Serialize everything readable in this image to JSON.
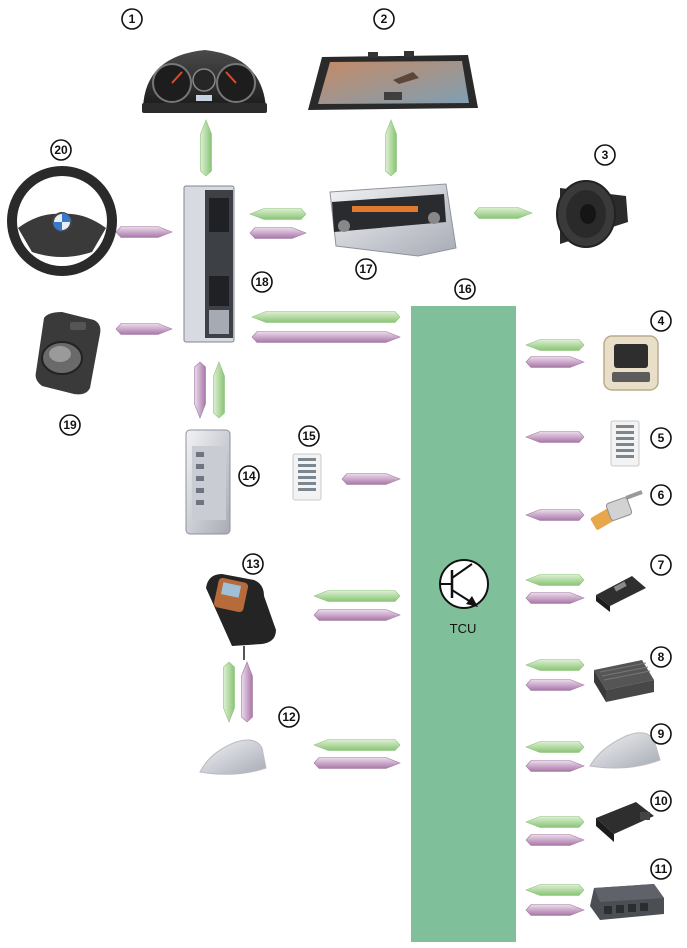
{
  "colors": {
    "bus": "#7fbf99",
    "green_arrow": "#9fd08a",
    "green_arrow_dark": "#6fb25c",
    "purple_arrow": "#b088b0",
    "purple_arrow_dark": "#8c5e8c"
  },
  "components": [
    {
      "number": "1",
      "icon": "instrument-cluster-icon"
    },
    {
      "number": "2",
      "icon": "central-display-icon"
    },
    {
      "number": "3",
      "icon": "loudspeaker-icon"
    },
    {
      "number": "4",
      "icon": "roof-microphone-icon"
    },
    {
      "number": "5",
      "icon": "control-panel-strip-icon"
    },
    {
      "number": "6",
      "icon": "connector-icon"
    },
    {
      "number": "7",
      "icon": "usb-socket-icon"
    },
    {
      "number": "8",
      "icon": "control-unit-icon"
    },
    {
      "number": "9",
      "icon": "shark-fin-antenna-icon"
    },
    {
      "number": "10",
      "icon": "small-module-icon"
    },
    {
      "number": "11",
      "icon": "body-module-icon"
    },
    {
      "number": "12",
      "icon": "shark-fin-antenna-icon"
    },
    {
      "number": "13",
      "icon": "phone-cradle-icon"
    },
    {
      "number": "14",
      "icon": "control-module-icon"
    },
    {
      "number": "15",
      "icon": "control-panel-strip-icon"
    },
    {
      "number": "16",
      "icon": "tcu-bus-icon"
    },
    {
      "number": "17",
      "icon": "head-unit-icon"
    },
    {
      "number": "18",
      "icon": "head-unit-computer-icon"
    },
    {
      "number": "19",
      "icon": "idrive-controller-icon"
    },
    {
      "number": "20",
      "icon": "steering-wheel-icon"
    }
  ],
  "tcu": {
    "label": "TCU",
    "symbol": "transistor-icon"
  }
}
